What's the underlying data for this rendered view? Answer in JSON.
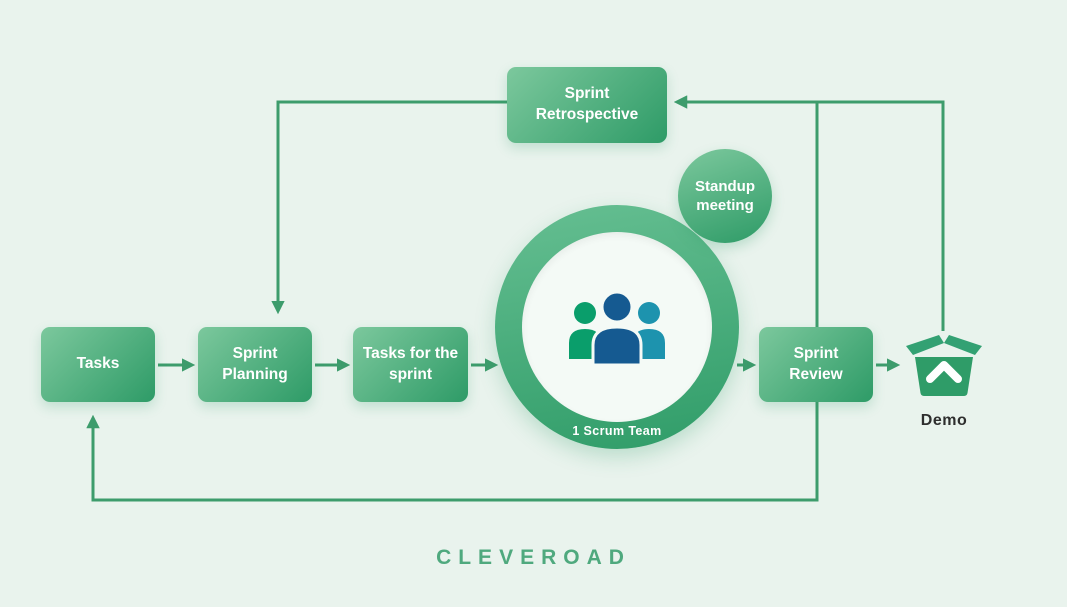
{
  "diagram": {
    "nodes": {
      "tasks": {
        "label": "Tasks"
      },
      "sprint_planning": {
        "label": "Sprint Planning"
      },
      "tasks_for_sprint": {
        "label": "Tasks for the sprint"
      },
      "sprint_review": {
        "label": "Sprint Review"
      },
      "sprint_retrospective": {
        "label": "Sprint Retrospective"
      },
      "standup_meeting": {
        "label": "Standup meeting"
      },
      "scrum_team": {
        "label": "1 Scrum Team"
      },
      "demo": {
        "label": "Demo"
      }
    },
    "brand": "CLEVEROAD",
    "icons": {
      "team": "team-people-icon",
      "demo": "open-box-icon"
    },
    "colors": {
      "background": "#e9f3ed",
      "box_gradient_start": "#7cc89d",
      "box_gradient_end": "#2e9b67",
      "arrow": "#3d9c6c",
      "ring_gradient_start": "#66bf92",
      "ring_gradient_end": "#2f9c68",
      "ring_inner": "#f4faf6",
      "person_left": "#0a9e6b",
      "person_center": "#155a91",
      "person_right": "#1d93ae",
      "brand_text": "#4fa97e",
      "demo_label_text": "#2e2e2e"
    }
  }
}
